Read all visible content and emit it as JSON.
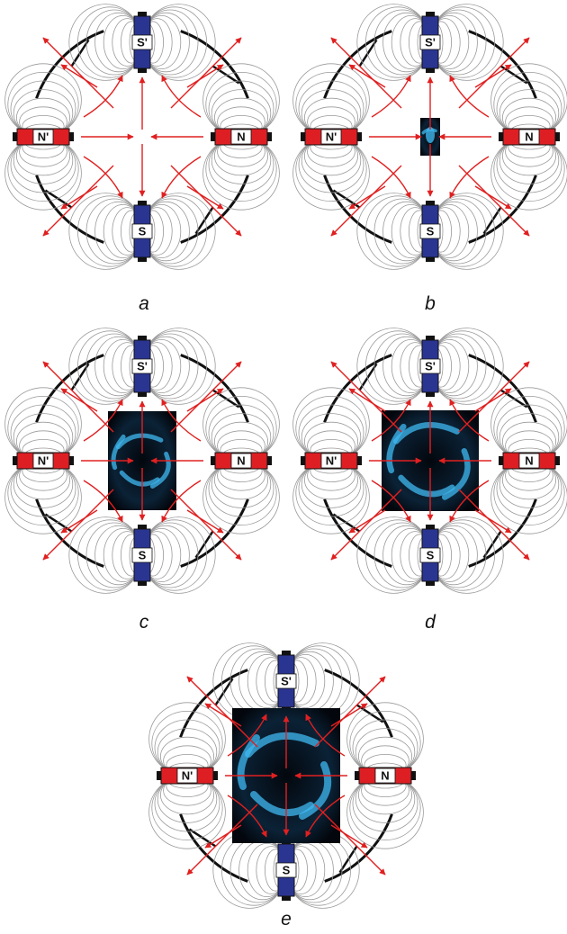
{
  "colors": {
    "north": "#dd1f24",
    "south": "#2a3591",
    "arrow": "#e02020",
    "ring": "#111111",
    "field_line": "#9a9a9a",
    "plasma_dark": "#03070d",
    "plasma_glow": "#3fb8f0"
  },
  "magnet_labels": {
    "top": "S'",
    "bottom": "S",
    "left": "N'",
    "right": "N"
  },
  "panels": [
    {
      "caption": "a",
      "core_level": 0
    },
    {
      "caption": "b",
      "core_level": 1
    },
    {
      "caption": "c",
      "core_level": 2
    },
    {
      "caption": "d",
      "core_level": 3
    },
    {
      "caption": "e",
      "core_level": 4
    }
  ]
}
